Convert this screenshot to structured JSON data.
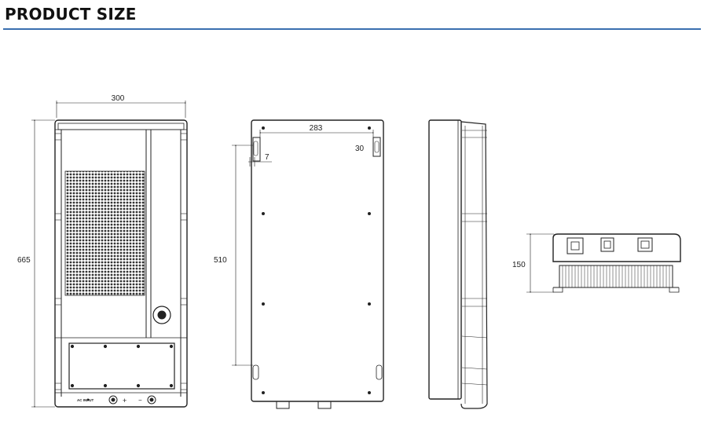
{
  "page": {
    "title": "PRODUCT SIZE"
  },
  "front_view": {
    "width_label": "300",
    "height_label": "665",
    "port_label": "AC INPUT",
    "plus_symbol": "+",
    "minus_symbol": "−"
  },
  "back_view": {
    "width_label": "283",
    "height_label": "510",
    "offset_label": "7",
    "bracket_label": "30"
  },
  "bottom_view": {
    "depth_label": "150"
  },
  "colors": {
    "accent": "#3a6fb0",
    "line": "#222222"
  }
}
